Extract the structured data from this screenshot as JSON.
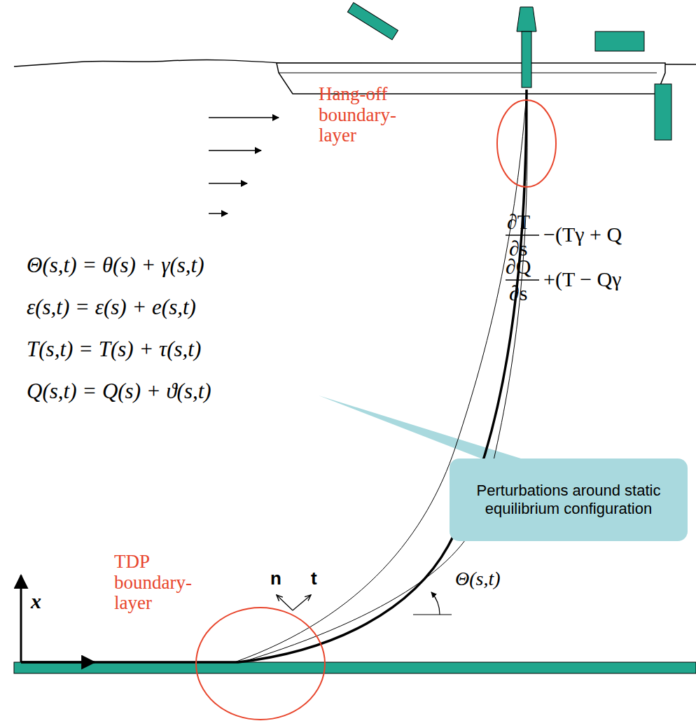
{
  "diagram": {
    "nodes": [
      {
        "text": [
          "Perturbations around static equilibrium configuration"
        ]
      }
    ],
    "edges": [],
    "labels": [
      "Hang-off boundary- layer",
      "Θ(s,t) = θ(s) + γ(s,t)",
      "ε(s,t) = ε(s) + e(s,t)",
      "T(s,t) = T(s) + τ(s,t)",
      "Q(s,t) = Q(s) + ϑ(s,t)",
      "∂T",
      "∂s",
      "−(Tγ + Q",
      "∂Q",
      "∂s",
      "+(T − Qγ",
      "TDP boundary- layer",
      "n",
      "t",
      "Θ(s,t)",
      "x"
    ]
  }
}
